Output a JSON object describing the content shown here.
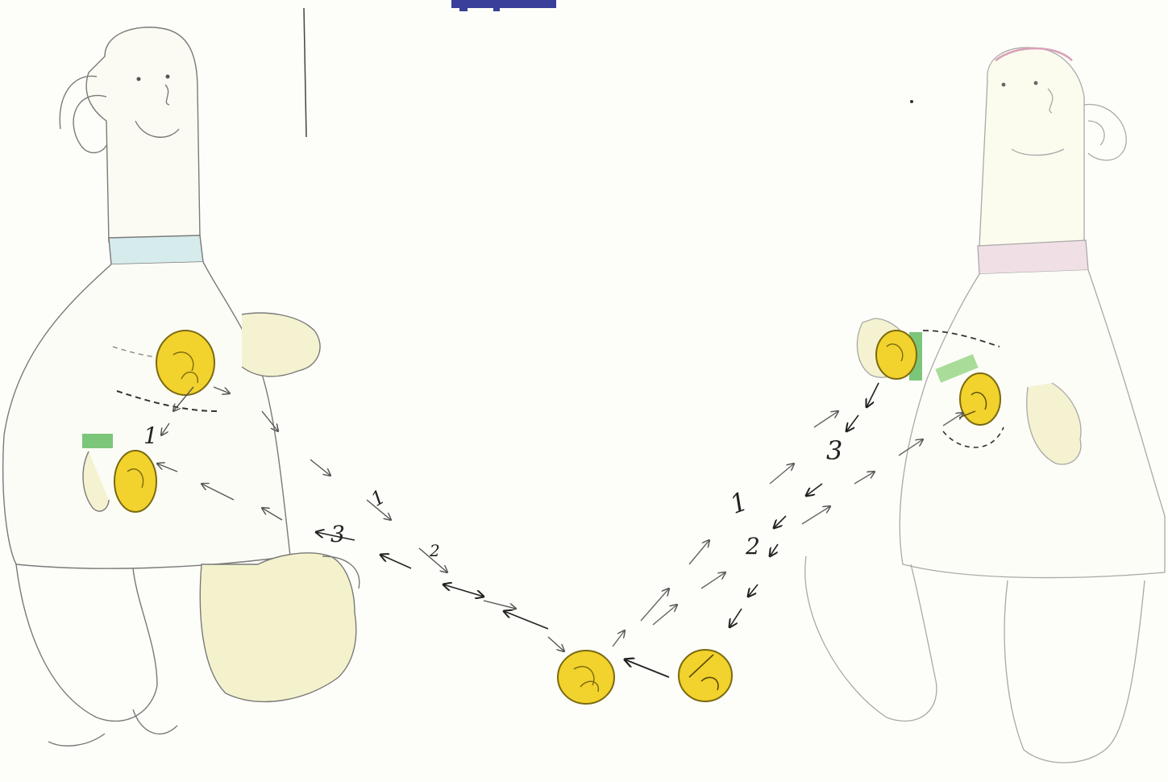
{
  "labels": {
    "left_1": "1",
    "left_3": "3",
    "mid_1": "1",
    "mid_2": "2",
    "right_1": "1",
    "right_2": "2",
    "right_3": "3"
  },
  "colors": {
    "paper": "#fdfdf9",
    "pencil": "#6b6b6b",
    "ball_yellow": "#f2d22c",
    "ball_line": "#7a6a10",
    "skin_tint": "#f3f1c8",
    "band_green": "#6fbf6a",
    "band_teal": "#cfe8e6",
    "band_pink": "#ead6dc",
    "hair_pink": "#d9a0b8",
    "top_banner": "#3a3f9a"
  },
  "icons": {
    "left_figure": "standing-figure-icon",
    "right_figure": "standing-figure-icon",
    "ball": "ball-icon",
    "arrow": "arrow-icon"
  }
}
